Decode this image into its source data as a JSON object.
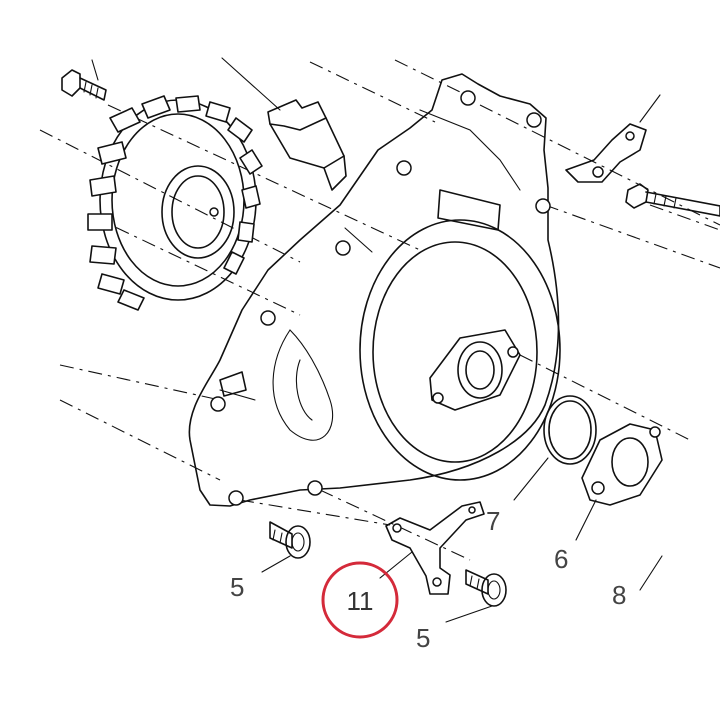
{
  "diagram": {
    "callouts": {
      "c5a": "5",
      "c5b": "5",
      "c6": "6",
      "c7": "7",
      "c8": "8",
      "c11": "11"
    },
    "highlight_color": "#d42a3a",
    "line_color": "#111111"
  }
}
